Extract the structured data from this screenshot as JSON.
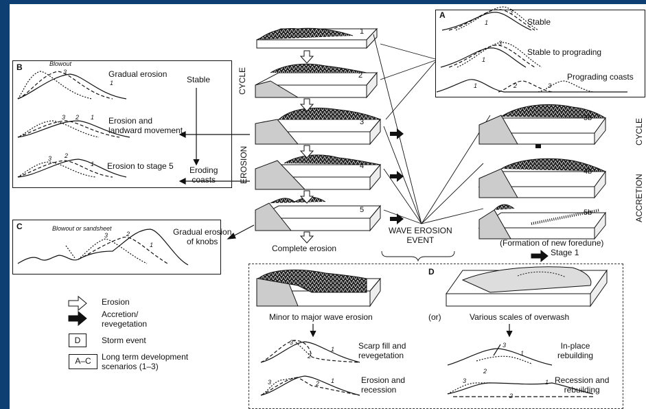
{
  "colors": {
    "frame": "#0d3f73",
    "paper": "#ffffff",
    "ink": "#111111"
  },
  "panel_A": {
    "label": "A",
    "rows": [
      {
        "text": "Stable",
        "nums": [
          "3",
          "1"
        ]
      },
      {
        "text": "Stable to prograding",
        "nums": [
          "3",
          "1"
        ]
      },
      {
        "text": "Prograding coasts",
        "nums": [
          "1",
          "2",
          "3"
        ]
      }
    ]
  },
  "panel_B": {
    "label": "B",
    "blowout": "Blowout",
    "rows": [
      {
        "text": "Gradual erosion",
        "nums": [
          "3",
          "1"
        ]
      },
      {
        "text": "Erosion and\nlandward movement",
        "nums": [
          "3",
          "2",
          "1"
        ]
      },
      {
        "text": "Erosion to stage 5",
        "nums": [
          "3",
          "2",
          "1"
        ]
      }
    ],
    "stable": "Stable",
    "eroding": "Eroding\ncoasts"
  },
  "panel_C": {
    "label": "C",
    "blowout": "Blowout or sandsheet",
    "text": "Gradual erosion\nof knobs",
    "nums": [
      "3",
      "2",
      "1"
    ]
  },
  "center": {
    "blocks": [
      "1",
      "2",
      "3",
      "4",
      "5"
    ],
    "cycle": "CYCLE",
    "erosion": "EROSION",
    "complete": "Complete erosion",
    "wave_event": "WAVE EROSION\nEVENT"
  },
  "right": {
    "blocks": [
      "3b",
      "4b",
      "5b"
    ],
    "cycle": "CYCLE",
    "accretion": "ACCRETION",
    "formation": "(Formation of new foredune)",
    "stage": "Stage 1"
  },
  "panel_D": {
    "label": "D",
    "left_caption": "Minor to major wave erosion",
    "or": "(or)",
    "right_caption": "Various scales of overwash",
    "profiles": [
      {
        "text": "Scarp fill and\nrevegetation",
        "nums": [
          "3",
          "2",
          "1"
        ]
      },
      {
        "text": "Erosion and\nrecession",
        "nums": [
          "3",
          "2",
          "1"
        ]
      },
      {
        "text": "In-place\nrebuilding",
        "nums": [
          "3",
          "1"
        ]
      },
      {
        "text": "Recession and\nrebuilding",
        "nums": [
          "3",
          "2",
          "1",
          "2"
        ]
      }
    ]
  },
  "legend": [
    {
      "icon": "hollow-arrow-icon",
      "text": "Erosion"
    },
    {
      "icon": "solid-arrow-icon",
      "text": "Accretion/\nrevegetation"
    },
    {
      "icon": "box-d-icon",
      "box": "D",
      "text": "Storm event"
    },
    {
      "icon": "box-ac-icon",
      "box": "A–C",
      "text": "Long term development\nscenarios (1–3)"
    }
  ]
}
